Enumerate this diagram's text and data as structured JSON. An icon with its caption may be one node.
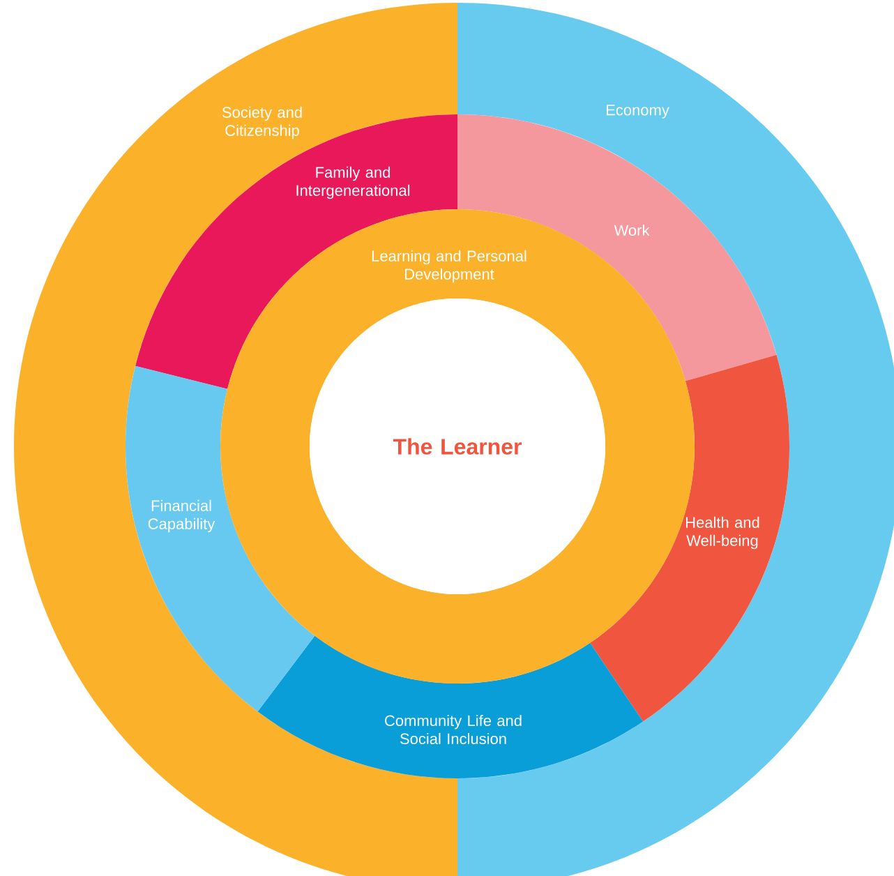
{
  "diagram": {
    "nodes": [
      {
        "text": [
          "Society and Citizenship"
        ]
      },
      {
        "text": [
          "Economy"
        ]
      },
      {
        "text": [
          "Family and Intergenerational"
        ]
      },
      {
        "text": [
          "Work"
        ]
      },
      {
        "text": [
          "Health and Well-being"
        ]
      },
      {
        "text": [
          "Community Life and Social Inclusion"
        ]
      },
      {
        "text": [
          "Financial Capability"
        ]
      },
      {
        "text": [
          "Learning and Personal Development"
        ]
      },
      {
        "text": [
          "The Learner"
        ],
        "in": 7
      }
    ]
  }
}
